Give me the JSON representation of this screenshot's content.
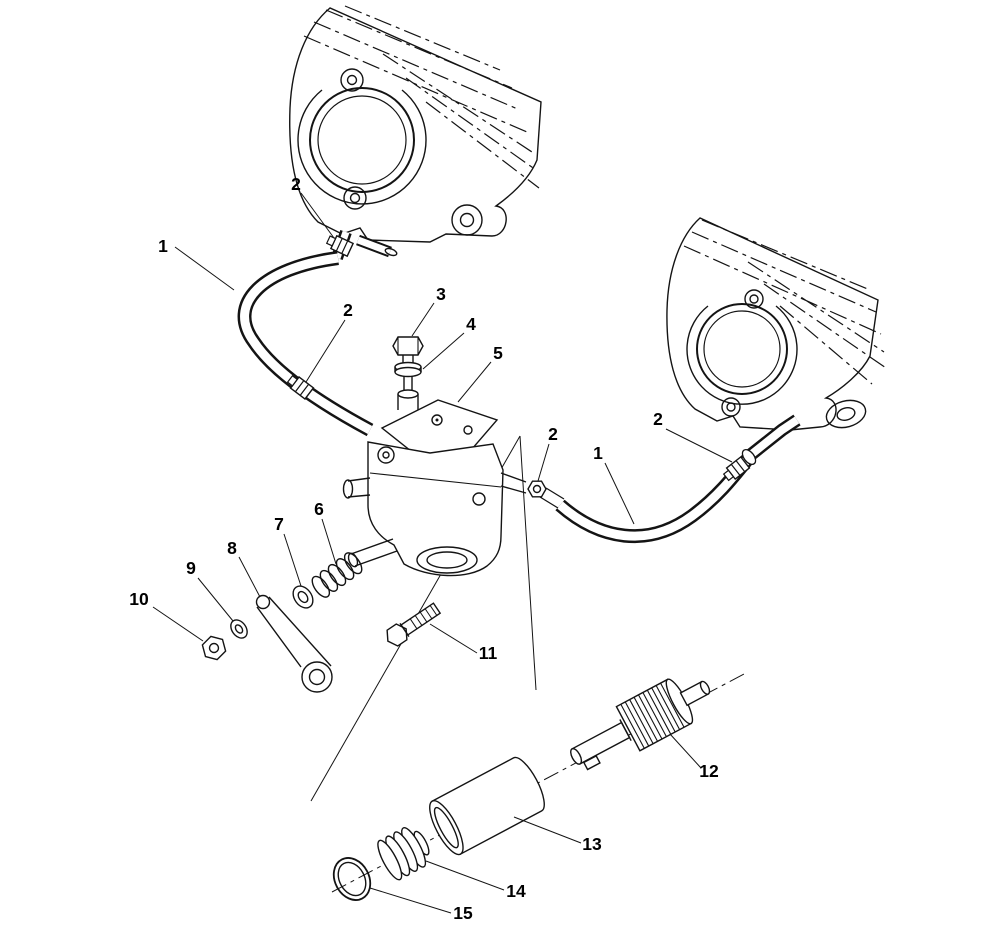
{
  "diagram": {
    "type": "exploded-parts-diagram",
    "colors": {
      "background": "#ffffff",
      "line": "#141414",
      "label": "#000000"
    },
    "callouts": [
      {
        "label": "1",
        "target": "oil-hose-left"
      },
      {
        "label": "2",
        "target": "hose-clamp-upper-left"
      },
      {
        "label": "2",
        "target": "hose-clamp-lower-left"
      },
      {
        "label": "3",
        "target": "banjo-bolt"
      },
      {
        "label": "4",
        "target": "sealing-washer"
      },
      {
        "label": "5",
        "target": "pump-cover"
      },
      {
        "label": "2",
        "target": "fitting-nut"
      },
      {
        "label": "1",
        "target": "oil-hose-right"
      },
      {
        "label": "2",
        "target": "hose-clamp-right"
      },
      {
        "label": "6",
        "target": "spring"
      },
      {
        "label": "7",
        "target": "washer-small"
      },
      {
        "label": "8",
        "target": "control-lever"
      },
      {
        "label": "9",
        "target": "washer"
      },
      {
        "label": "10",
        "target": "nut"
      },
      {
        "label": "11",
        "target": "mounting-bolt"
      },
      {
        "label": "12",
        "target": "drive-gear-shaft"
      },
      {
        "label": "13",
        "target": "drive-cylinder"
      },
      {
        "label": "14",
        "target": "seal-stack"
      },
      {
        "label": "15",
        "target": "o-ring"
      }
    ]
  }
}
